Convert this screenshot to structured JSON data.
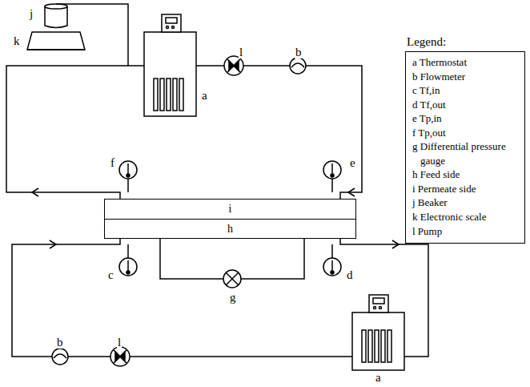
{
  "diagram": {
    "nodes": [
      {
        "text": [
          "i"
        ]
      },
      {
        "text": [
          "h"
        ]
      }
    ],
    "labels": [
      "j",
      "k",
      "a",
      "l",
      "b",
      "f",
      "e",
      "c",
      "d",
      "g",
      "b",
      "l",
      "a",
      "Legend:"
    ],
    "legend": [
      {
        "text": "a Thermostat"
      },
      {
        "text": "b Flowmeter"
      },
      {
        "text": "c Tf,in"
      },
      {
        "text": "d Tf,out"
      },
      {
        "text": "e Tp,in"
      },
      {
        "text": "f Tp,out"
      },
      {
        "text": "g Differential pressure gauge"
      },
      {
        "text": "h Feed side"
      },
      {
        "text": "i Permeate side"
      },
      {
        "text": "j Beaker"
      },
      {
        "text": "k Electronic scale"
      },
      {
        "text": "l Pump"
      }
    ]
  }
}
